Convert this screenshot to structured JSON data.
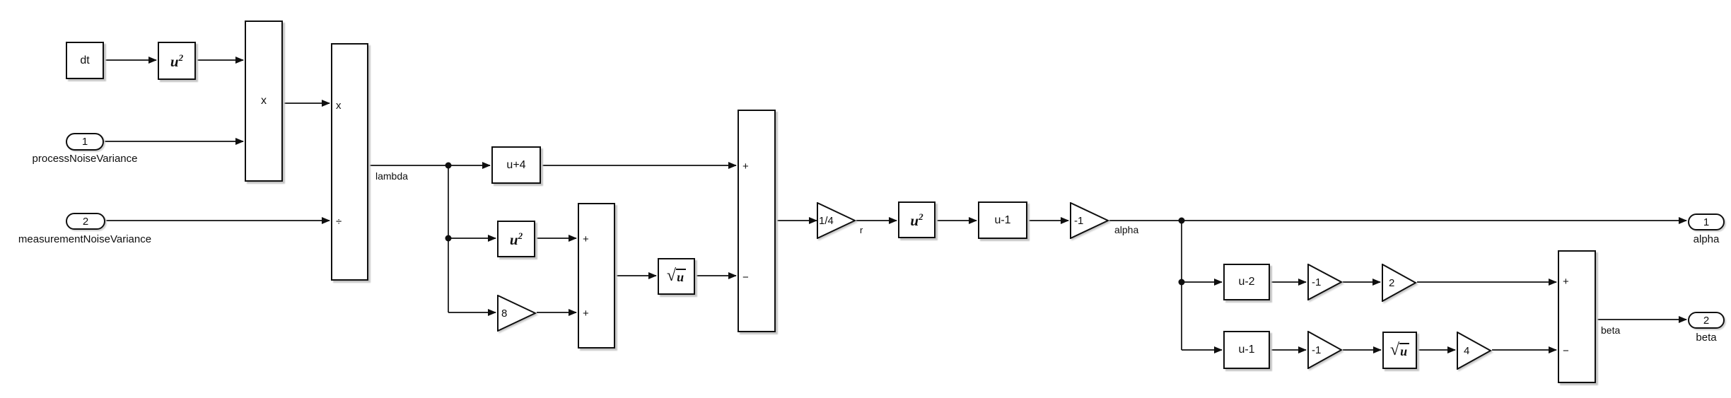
{
  "colors": {
    "line": "#0f0f0f",
    "block_fill": "#ffffff",
    "background": "#ffffff",
    "shadow": "#c6c6c6"
  },
  "inports": [
    {
      "number": "1",
      "label": "processNoiseVariance"
    },
    {
      "number": "2",
      "label": "measurementNoiseVariance"
    }
  ],
  "outports": [
    {
      "number": "1",
      "label": "alpha"
    },
    {
      "number": "2",
      "label": "beta"
    }
  ],
  "signals": {
    "lambda": "lambda",
    "r": "r",
    "alpha": "alpha",
    "beta": "beta"
  },
  "blocks": {
    "dt": {
      "label": "dt"
    },
    "square1": {
      "base": "u",
      "exp": "2"
    },
    "product1": {
      "op": "x"
    },
    "divide": {
      "op_multiply": "x",
      "op_divide": "÷"
    },
    "bias_u_plus_4": {
      "label": "u+4"
    },
    "square2": {
      "base": "u",
      "exp": "2"
    },
    "gain_8": {
      "label": "8"
    },
    "sum1": {
      "sign_top": "+",
      "sign_bottom": "+"
    },
    "sqrt1": {
      "radical": "√",
      "radicand": "u"
    },
    "sum2": {
      "sign_top": "+",
      "sign_bottom": "−"
    },
    "gain_quarter": {
      "label": "1/4"
    },
    "square3": {
      "base": "u",
      "exp": "2"
    },
    "bias_u_minus_1": {
      "label": "u-1"
    },
    "gain_neg1": {
      "label": "-1"
    },
    "bias_u_minus_2": {
      "label": "u-2"
    },
    "gain_neg1_upper": {
      "label": "-1"
    },
    "gain_2": {
      "label": "2"
    },
    "bias_u_minus_1_lower": {
      "label": "u-1"
    },
    "gain_neg1_lower": {
      "label": "-1"
    },
    "sqrt2": {
      "radical": "√",
      "radicand": "u"
    },
    "gain_4": {
      "label": "4"
    },
    "sum3": {
      "sign_top": "+",
      "sign_bottom": "−"
    }
  }
}
